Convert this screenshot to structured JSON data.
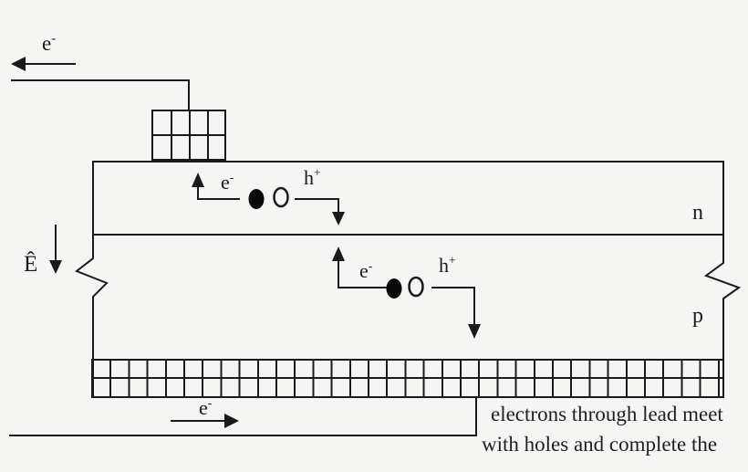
{
  "diagram": {
    "type": "solar-cell-pn-junction",
    "colors": {
      "background": "#f5f5f4",
      "line": "#1a1a1a",
      "electron_fill": "#0a0a0a",
      "hole_fill": "#f5f5f4"
    },
    "labels": {
      "electron": {
        "base": "e",
        "sup": "-"
      },
      "hole": {
        "base": "h",
        "sup": "+"
      },
      "efield": "Ê",
      "n_region": "n",
      "p_region": "p"
    },
    "caption": {
      "line1": "electrons through lead meet",
      "line2": "with holes and complete the"
    }
  }
}
